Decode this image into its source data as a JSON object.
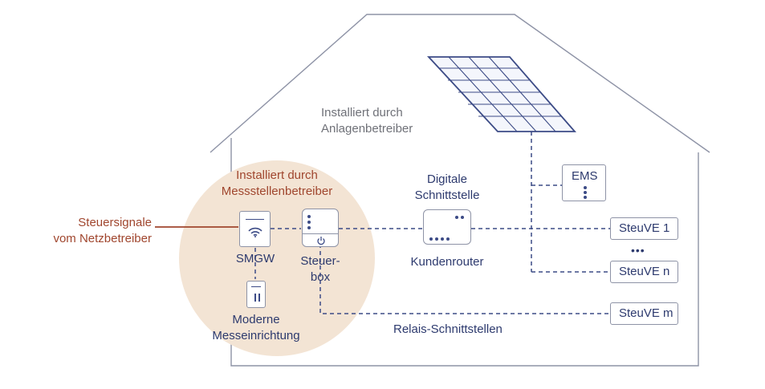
{
  "diagram": {
    "house_installer_label": [
      "Installiert durch",
      "Anlagenbetreiber"
    ],
    "circle_installer_label": [
      "Installiert durch",
      "Messstellenbetreiber"
    ],
    "control_signal_label": [
      "Steuersignale",
      "vom Netzbetreiber"
    ],
    "smgw_label": "SMGW",
    "meter_label": [
      "Moderne",
      "Messeinrichtung"
    ],
    "control_box_label": [
      "Steuer-",
      "box"
    ],
    "digital_interface_label": [
      "Digitale",
      "Schnittstelle"
    ],
    "router_label": "Kundenrouter",
    "ems_label": "EMS",
    "device_1_label": "SteuVE 1",
    "ellipsis_label": "•••",
    "device_n_label": "SteuVE n",
    "device_m_label": "SteuVE m",
    "relay_label": "Relais-Schnittstellen"
  },
  "colors": {
    "house_line": "#8e93a6",
    "connection": "#3c4b86",
    "circle_fill": "#f3e4d4",
    "signal_line": "#a0462e",
    "text_blue": "#2d3a6e",
    "text_gray": "#6f7178",
    "text_red": "#a0462e"
  },
  "icons": [
    "solar-panel-icon",
    "wifi-icon",
    "power-icon",
    "meter-icon"
  ]
}
